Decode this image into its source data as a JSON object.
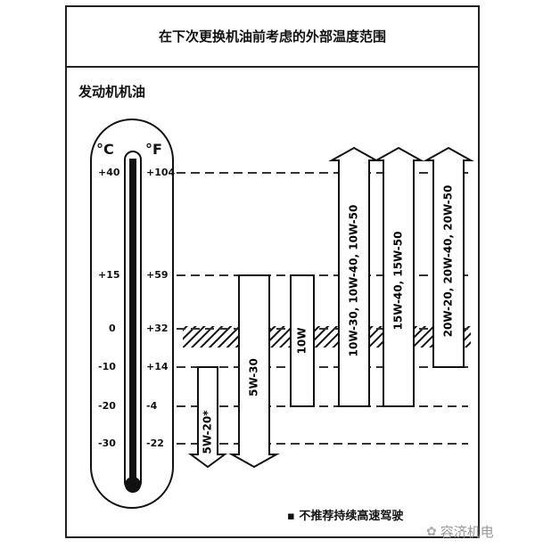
{
  "header": {
    "title": "在下次更换机油前考虑的外部温度范围"
  },
  "section_label": "发动机机油",
  "thermometer": {
    "unit_c": "°C",
    "unit_f": "°F",
    "ticks": [
      {
        "c": "+40",
        "f": "+104"
      },
      {
        "c": "+15",
        "f": "+59"
      },
      {
        "c": "0",
        "f": "+32"
      },
      {
        "c": "-10",
        "f": "+14"
      },
      {
        "c": "-20",
        "f": "-4"
      },
      {
        "c": "-30",
        "f": "-22"
      }
    ]
  },
  "oil_grades": [
    {
      "label": "5W-20*",
      "min_c": -30,
      "max_c": -10,
      "arrows": "down"
    },
    {
      "label": "5W-30",
      "min_c": -30,
      "max_c": 15,
      "arrows": "down"
    },
    {
      "label": "10W",
      "min_c": -20,
      "max_c": 15,
      "arrows": "none"
    },
    {
      "label": "10W-30, 10W-40, 10W-50",
      "min_c": -20,
      "max_c": 40,
      "arrows": "up"
    },
    {
      "label": "15W-40, 15W-50",
      "min_c": -20,
      "max_c": 40,
      "arrows": "up"
    },
    {
      "label": "20W-20, 20W-40, 20W-50",
      "min_c": -10,
      "max_c": 40,
      "arrows": "up"
    }
  ],
  "legend": {
    "symbol": "▪",
    "note": "不推荐持续高速驾驶"
  },
  "watermark": {
    "text": "容济机电",
    "icon": "wechat-icon"
  }
}
